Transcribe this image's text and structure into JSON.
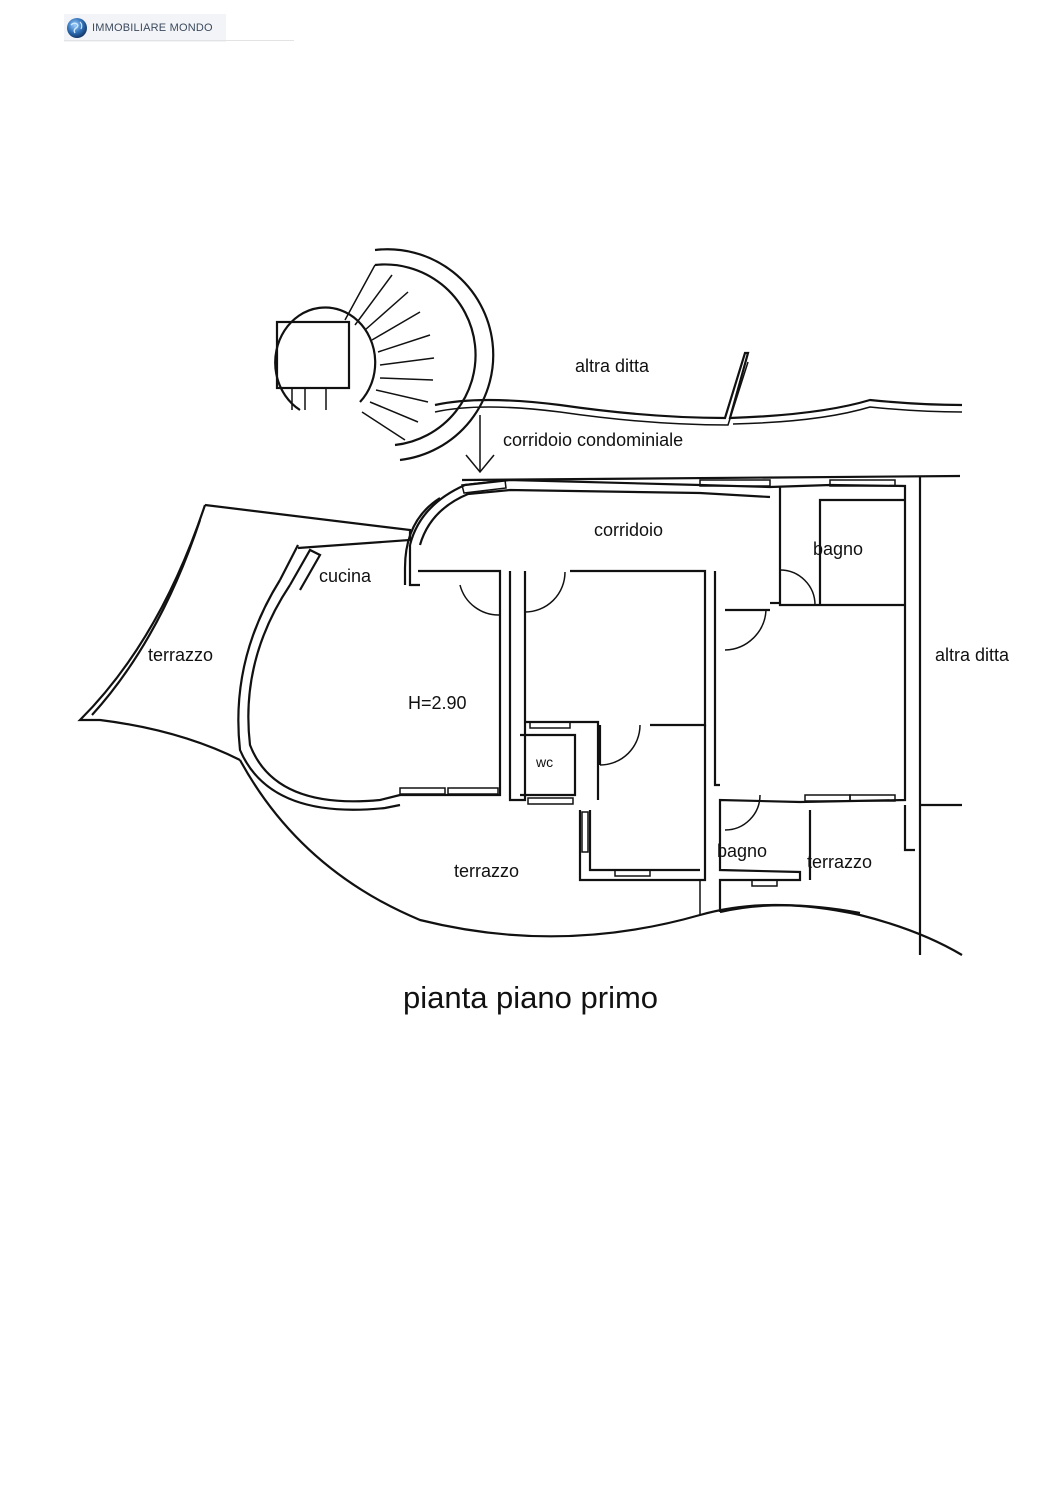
{
  "logo": {
    "text": "IMMOBILIARE MONDO",
    "icon": "globe-icon",
    "accent": "#2f6fb5"
  },
  "plan": {
    "title": "pianta piano primo",
    "labels": {
      "altra_ditta_top": "altra ditta",
      "corridoio_condominiale": "corridoio condominiale",
      "corridoio": "corridoio",
      "bagno_top": "bagno",
      "cucina": "cucina",
      "terrazzo_left": "terrazzo",
      "height": "H=2.90",
      "altra_ditta_right": "altra ditta",
      "wc": "wc",
      "bagno_bottom": "bagno",
      "terrazzo_bottom_right": "terrazzo",
      "terrazzo_bottom": "terrazzo"
    }
  }
}
